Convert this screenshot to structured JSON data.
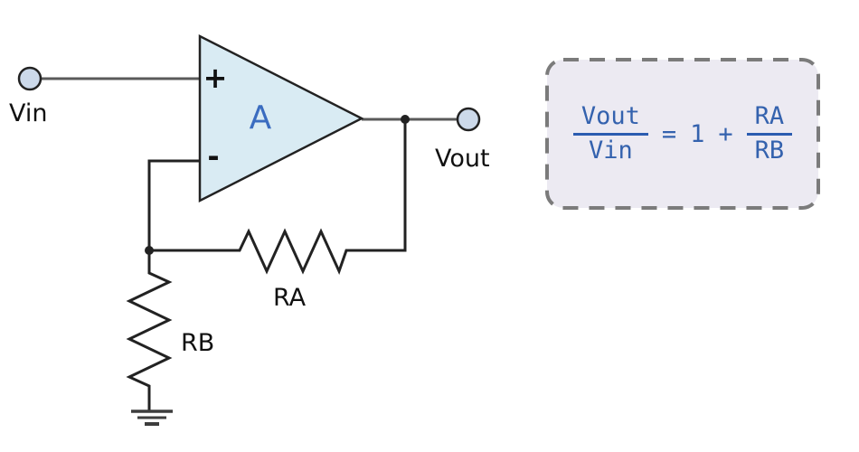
{
  "opamp": {
    "gain_label": "A",
    "noninverting_input_sign": "+",
    "inverting_input_sign": "-"
  },
  "terminals": {
    "input_label": "Vin",
    "output_label": "Vout"
  },
  "resistors": {
    "feedback_label": "RA",
    "shunt_label": "RB"
  },
  "formula": {
    "lhs_numerator": "Vout",
    "lhs_denominator": "Vin",
    "equals_sign": "=",
    "constant": "1",
    "plus_sign": "+",
    "rhs_numerator": "RA",
    "rhs_denominator": "RB"
  },
  "colors": {
    "opamp-fill": "#d9ebf3",
    "opamp-label": "#3a6cc0",
    "terminal-fill": "#ccd9ea",
    "wire-gray": "#5a5a5a",
    "line-dark": "#222222",
    "label-black": "#111111",
    "ground-gray": "#3d3d3d",
    "formula-text": "#3462ae",
    "formula-bar": "#2b5cb0",
    "formula-box-fill": "#eceaf2",
    "formula-box-border": "#7b7b7b"
  }
}
